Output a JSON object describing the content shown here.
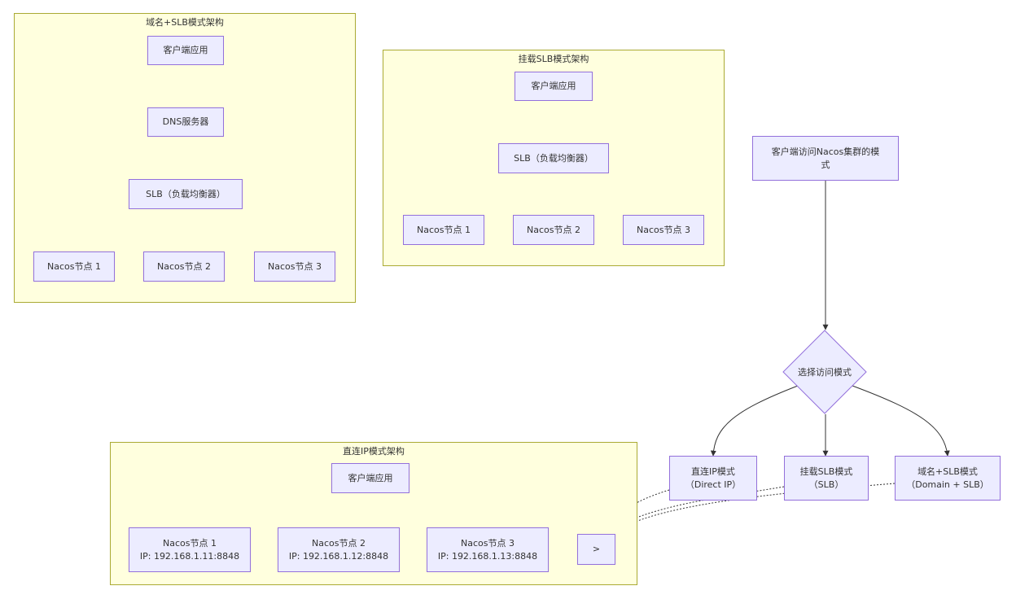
{
  "colors": {
    "cluster_fill": "#ffffde",
    "cluster_stroke": "#aaaa33",
    "node_fill": "#ececff",
    "node_stroke": "#9370db",
    "edge": "#333333"
  },
  "clusters": {
    "domain_slb": {
      "title": "域名+SLB模式架构"
    },
    "mount_slb": {
      "title": "挂载SLB模式架构"
    },
    "direct_ip": {
      "title": "直连IP模式架构"
    }
  },
  "domain_slb": {
    "client": "客户端应用",
    "dns": "DNS服务器",
    "slb": "SLB（负载均衡器）",
    "node1": "Nacos节点 1",
    "node2": "Nacos节点 2",
    "node3": "Nacos节点 3"
  },
  "mount_slb": {
    "client": "客户端应用",
    "slb": "SLB（负载均衡器）",
    "node1": "Nacos节点 1",
    "node2": "Nacos节点 2",
    "node3": "Nacos节点 3"
  },
  "direct_ip": {
    "client": "客户端应用",
    "node1": "Nacos节点 1\nIP: 192.168.1.11:8848",
    "node2": "Nacos节点 2\nIP: 192.168.1.12:8848",
    "node3": "Nacos节点 3\nIP: 192.168.1.13:8848",
    "junction": ">"
  },
  "main": {
    "root": "客户端访问Nacos集群的模\n式",
    "decision": "选择访问模式",
    "opt_direct": "直连IP模式\n（Direct IP）",
    "opt_mount": "挂载SLB模式\n（SLB）",
    "opt_domain": "域名+SLB模式\n（Domain + SLB）"
  }
}
